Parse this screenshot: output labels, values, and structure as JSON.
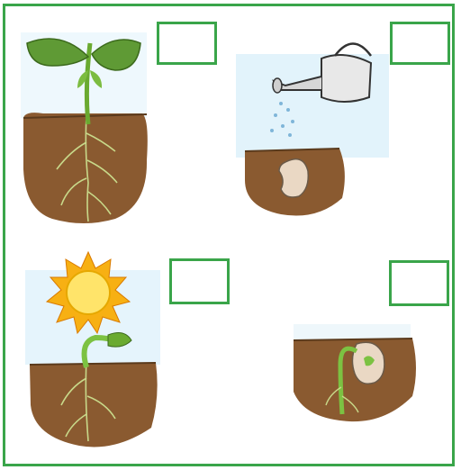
{
  "worksheet": {
    "type": "picture-sequence",
    "answer_boxes": [
      "",
      "",
      "",
      ""
    ],
    "colors": {
      "border": "#3aa54a",
      "soil": "#8a5a30",
      "plant": "#7cc242",
      "leaf": "#4f8a2a",
      "sun": "#ffd21f",
      "sky": "#dff1fb",
      "seed": "#e9d7c2"
    },
    "panels": [
      {
        "scene": "grown-plant-with-leaves-and-roots"
      },
      {
        "scene": "watering-can-watering-seed-in-soil"
      },
      {
        "scene": "sprout-emerging-under-sun"
      },
      {
        "scene": "seed-germinating-root-underground"
      }
    ]
  }
}
